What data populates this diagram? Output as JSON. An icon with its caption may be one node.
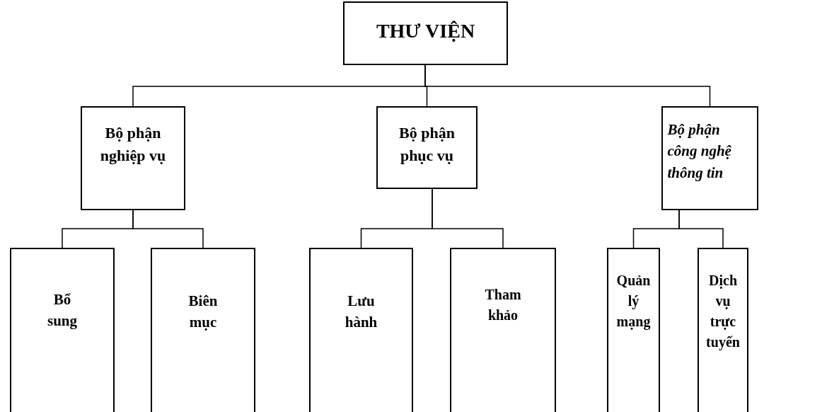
{
  "diagram": {
    "nodes": [
      {
        "text": [
          "THƯ VIỆN"
        ]
      },
      {
        "text": [
          "Bộ phận nghiệp vụ"
        ]
      },
      {
        "text": [
          "Bộ phận phục vụ"
        ]
      },
      {
        "text": [
          "Bộ phận công nghệ thông tin"
        ]
      },
      {
        "text": [
          "Bổ sung"
        ]
      },
      {
        "text": [
          "Biên mục"
        ]
      },
      {
        "text": [
          "Lưu hành"
        ]
      },
      {
        "text": [
          "Tham khảo"
        ]
      },
      {
        "text": [
          "Quản lý mạng"
        ]
      },
      {
        "text": [
          "Dịch vụ trực tuyến"
        ]
      }
    ],
    "edges": [
      {
        "from": 0,
        "to": 1,
        "arrow": "none"
      },
      {
        "from": 0,
        "to": 2,
        "arrow": "none"
      },
      {
        "from": 0,
        "to": 3,
        "arrow": "none"
      },
      {
        "from": 1,
        "to": 4,
        "arrow": "none"
      },
      {
        "from": 1,
        "to": 5,
        "arrow": "none"
      },
      {
        "from": 2,
        "to": 6,
        "arrow": "none"
      },
      {
        "from": 2,
        "to": 7,
        "arrow": "none"
      },
      {
        "from": 3,
        "to": 8,
        "arrow": "none"
      },
      {
        "from": 3,
        "to": 9,
        "arrow": "none"
      }
    ]
  }
}
